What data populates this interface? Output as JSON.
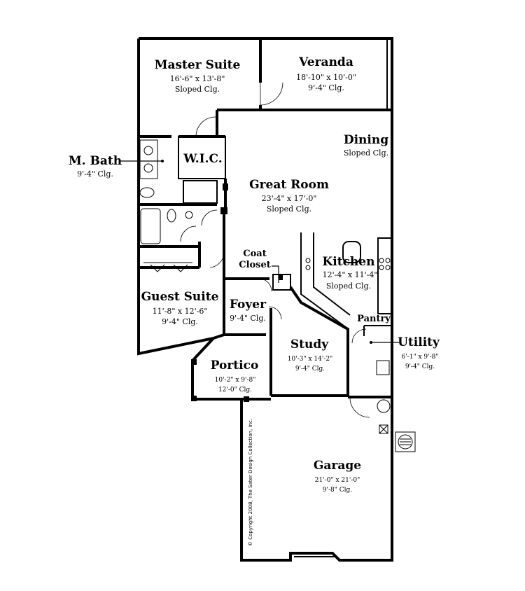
{
  "rooms": {
    "master_suite": {
      "name": "Master Suite",
      "dims": "16'-6\" x 13'-8\"",
      "ceiling": "Sloped Clg."
    },
    "veranda": {
      "name": "Veranda",
      "dims": "18'-10\" x 10'-0\"",
      "ceiling": "9'-4\" Clg."
    },
    "dining": {
      "name": "Dining",
      "ceiling": "Sloped Clg."
    },
    "m_bath": {
      "name": "M. Bath",
      "ceiling": "9'-4\" Clg."
    },
    "wic": {
      "name": "W.I.C."
    },
    "great_room": {
      "name": "Great Room",
      "dims": "23'-4\" x 17'-0\"",
      "ceiling": "Sloped Clg."
    },
    "coat_closet": {
      "name_line1": "Coat",
      "name_line2": "Closet"
    },
    "kitchen": {
      "name": "Kitchen",
      "dims": "12'-4\" x 11'-4\"",
      "ceiling": "Sloped Clg."
    },
    "guest_suite": {
      "name": "Guest Suite",
      "dims": "11'-8\" x 12'-6\"",
      "ceiling": "9'-4\" Clg."
    },
    "foyer": {
      "name": "Foyer",
      "ceiling": "9'-4\" Clg."
    },
    "pantry": {
      "name": "Pantry"
    },
    "study": {
      "name": "Study",
      "dims": "10'-3\" x 14'-2\"",
      "ceiling": "9'-4\" Clg."
    },
    "utility": {
      "name": "Utility",
      "dims": "6'-1\" x 9'-8\"",
      "ceiling": "9'-4\" Clg."
    },
    "portico": {
      "name": "Portico",
      "dims": "10'-2\" x 9'-8\"",
      "ceiling": "12'-0\" Clg."
    },
    "garage": {
      "name": "Garage",
      "dims": "21'-0\" x 21'-0\"",
      "ceiling": "9'-8\" Clg."
    }
  },
  "copyright": "© Copyright 2008, The Sater Design Collection, Inc."
}
